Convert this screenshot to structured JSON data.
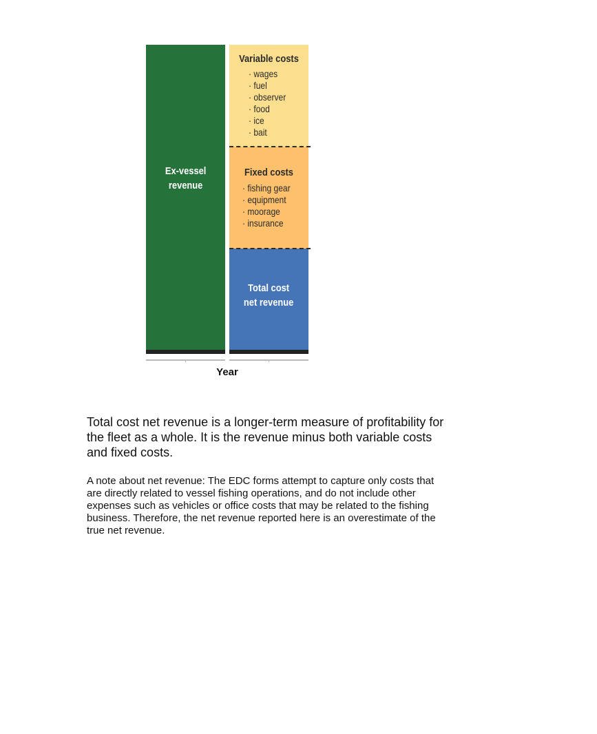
{
  "diagram": {
    "ex_vessel": {
      "label_line1": "Ex-vessel",
      "label_line2": "revenue",
      "color": "#25723a"
    },
    "variable_costs": {
      "title": "Variable costs",
      "items": [
        "· wages",
        "· fuel",
        "· observer",
        "· food",
        "· ice",
        "· bait"
      ],
      "color": "#fbdf8e"
    },
    "fixed_costs": {
      "title": "Fixed costs",
      "items": [
        "· fishing gear",
        "· equipment",
        "· moorage",
        "· insurance"
      ],
      "color": "#fdc06d"
    },
    "total_cost_net_revenue": {
      "label_line1": "Total cost",
      "label_line2": "net revenue",
      "color": "#4575b6"
    },
    "x_axis_label": "Year"
  },
  "text": {
    "paragraph_main": "Total cost net revenue is a longer-term measure of profitability for the fleet as a whole. It is the revenue minus both variable costs and fixed costs.",
    "paragraph_note": "A note about net revenue: The EDC forms attempt to capture only costs that are directly related to vessel fishing operations, and do not include other expenses such as vehicles or office costs that may be related to the fishing business. Therefore, the net revenue reported here is an overestimate of the true net revenue."
  }
}
